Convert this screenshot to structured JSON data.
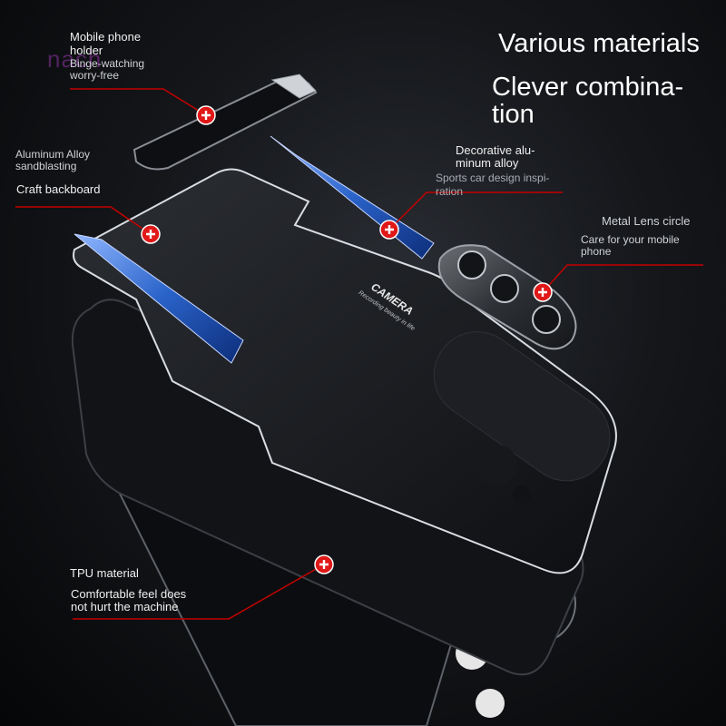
{
  "headline": {
    "line1": "Various materials",
    "line2": "Clever combina-",
    "line3": "tion"
  },
  "watermark": "nach",
  "callouts": {
    "holder": {
      "title1": "Mobile phone",
      "title2": "holder",
      "sub1": "Binge-watching",
      "sub2": "worry-free"
    },
    "backboard": {
      "title1": "Aluminum Alloy",
      "title2": "sandblasting",
      "sub1": "Craft backboard"
    },
    "strip": {
      "title1": "Decorative alu-",
      "title2": "minum alloy",
      "sub1": "Sports car design inspi-",
      "sub2": "ration"
    },
    "lens": {
      "title1": "Metal Lens circle",
      "sub1": "Care for your mobile",
      "sub2": "phone"
    },
    "tpu": {
      "title1": "TPU material",
      "sub1": "Comfortable feel does",
      "sub2": "not hurt the machine"
    }
  },
  "backboard_print": {
    "brand": "CAMERA",
    "tagline": "Recording beauty in life"
  },
  "colors": {
    "accent_red": "#d40000",
    "blue_strip": "#2a63c9",
    "marker": "#e01818"
  }
}
